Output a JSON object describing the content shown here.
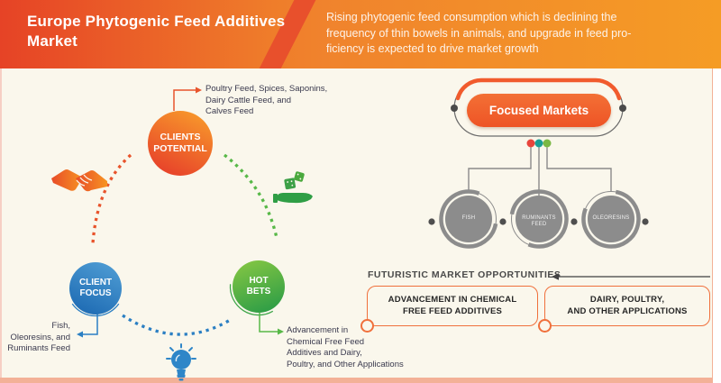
{
  "header": {
    "title": "Europe Phytogenic Feed Additives\nMarket",
    "description": "Rising phytogenic feed consumption which is declining the\nfrequency of thin bowels in animals, and upgrade in feed pro-\nficiency is expected to drive market growth"
  },
  "cycle": {
    "clients_potential": {
      "label": "CLIENTS\nPOTENTIAL",
      "note": "Poultry Feed, Spices, Saponins,\nDairy Cattle Feed, and\nCalves Feed"
    },
    "client_focus": {
      "label": "CLIENT\nFOCUS",
      "note": "Fish,\nOleoresins, and\nRuminants Feed"
    },
    "hot_bets": {
      "label": "HOT\nBETS",
      "note": "Advancement in\nChemical Free Feed\nAdditives and Dairy,\nPoultry, and Other Applications"
    },
    "icon_names": [
      "handshake-icon",
      "money-in-hand-icon",
      "lightbulb-icon"
    ]
  },
  "focused": {
    "title": "Focused Markets",
    "nodes": [
      {
        "label": "FISH"
      },
      {
        "label": "RUMINANTS FEED"
      },
      {
        "label": "OLEORESINS"
      }
    ],
    "dot_colors": [
      "#e8453c",
      "#1a9e96",
      "#7ab844"
    ]
  },
  "opportunities": {
    "heading": "FUTURISTIC MARKET OPPORTUNITIES",
    "boxes": [
      {
        "label": "ADVANCEMENT IN CHEMICAL\nFREE FEED ADDITIVES"
      },
      {
        "label": "DAIRY, POULTRY,\nAND OTHER APPLICATIONS"
      }
    ]
  },
  "colors": {
    "accent_orange": "#ee5a28",
    "accent_blue": "#2b7fc3",
    "accent_green": "#57b847",
    "header_gradient_left": "#e64326",
    "header_gradient_right": "#f59c25",
    "background_cream": "#faf7ec"
  }
}
